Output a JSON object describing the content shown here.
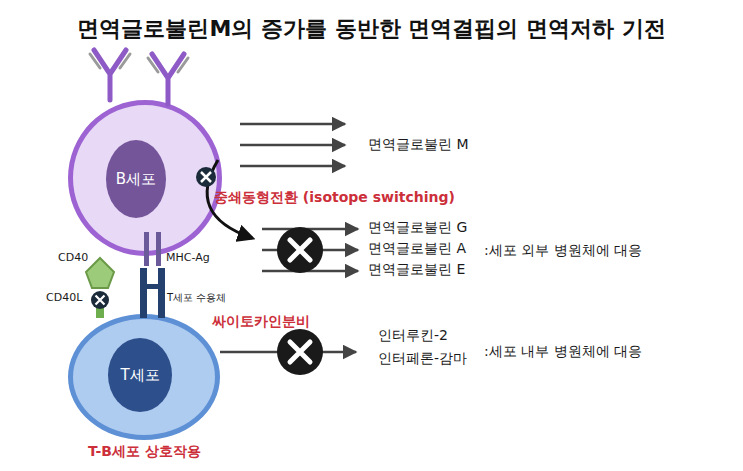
{
  "diagram": {
    "title": "면역글로불린M의 증가를 동반한 면역결핍의 면역저하 기전",
    "nodes": [
      {
        "text": [
          "B세포"
        ]
      },
      {
        "text": [
          "T세포"
        ]
      }
    ],
    "labels": [
      "면역글로불린 M",
      "중쇄동형전환 (isotope switching)",
      "면역글로불린 G",
      "면역글로불린 A",
      "면역글로불린 E",
      ":세포 외부 병원체에 대응",
      "CD40",
      "MHC-Ag",
      "CD40L",
      "T세포 수용체",
      "싸이토카인분비",
      "인터루킨-2",
      "인터페론-감마",
      ":세포 내부 병원체에 대응",
      "T-B세포 상호작용"
    ]
  }
}
